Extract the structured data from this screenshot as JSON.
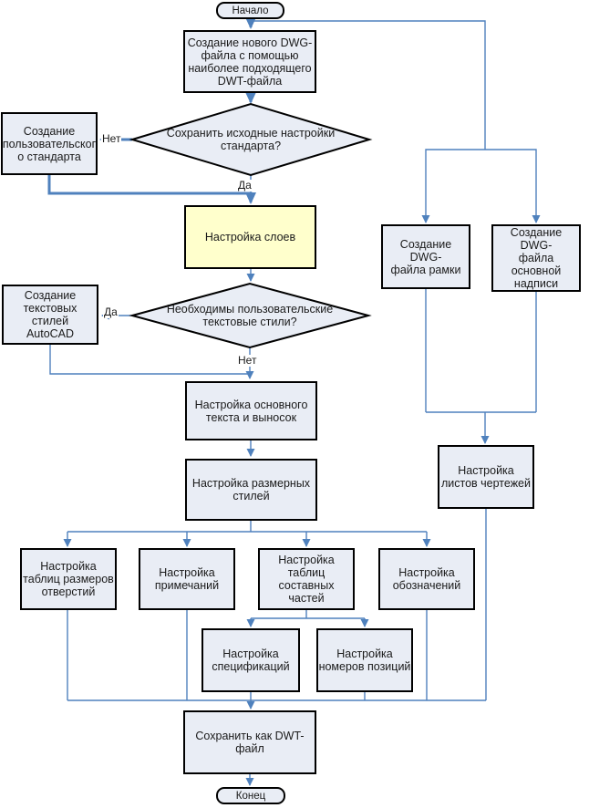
{
  "diagram": {
    "type": "flowchart",
    "language": "ru",
    "colors": {
      "node_fill": "#E9EDF5",
      "highlight_fill": "#FFFFCC",
      "node_border": "#000000",
      "connector": "#4F81BD",
      "text": "#1A1A1A",
      "background": "#FFFFFF"
    },
    "nodes": {
      "start": {
        "shape": "terminator",
        "label": "Начало"
      },
      "create_dwg": {
        "shape": "process",
        "label": "Создание нового DWG-\nфайла с помощью\nнаиболее подходящего\nDWT-файла"
      },
      "keep_settings": {
        "shape": "decision",
        "label": "Сохранить исходные настройки\nстандарта?"
      },
      "custom_standard": {
        "shape": "process",
        "label": "Создание\nпользовательског\nо стандарта"
      },
      "layers": {
        "shape": "process",
        "highlighted": true,
        "label": "Настройка слоев"
      },
      "need_text_styles": {
        "shape": "decision",
        "label": "Необходимы пользовательские\nтекстовые стили?"
      },
      "text_styles": {
        "shape": "process",
        "label": "Создание\nтекстовых стилей\nAutoCAD"
      },
      "main_text": {
        "shape": "process",
        "label": "Настройка основного\nтекста и выносок"
      },
      "dim_styles": {
        "shape": "process",
        "label": "Настройка размерных\nстилей"
      },
      "hole_tables": {
        "shape": "process",
        "label": "Настройка\nтаблиц размеров\nотверстий"
      },
      "notes": {
        "shape": "process",
        "label": "Настройка\nпримечаний"
      },
      "parts_tables": {
        "shape": "process",
        "label": "Настройка\nтаблиц\nсоставных частей"
      },
      "symbols": {
        "shape": "process",
        "label": "Настройка\nобозначений"
      },
      "specs": {
        "shape": "process",
        "label": "Настройка\nспецификаций"
      },
      "item_numbers": {
        "shape": "process",
        "label": "Настройка\nномеров позиций"
      },
      "frame_dwg": {
        "shape": "process",
        "label": "Создание DWG-\nфайла рамки"
      },
      "title_block_dwg": {
        "shape": "process",
        "label": "Создание DWG-\nфайла основной\nнадписи"
      },
      "sheets": {
        "shape": "process",
        "label": "Настройка\nлистов чертежей"
      },
      "save_dwt": {
        "shape": "process",
        "label": "Сохранить как DWT-\nфайл"
      },
      "end": {
        "shape": "terminator",
        "label": "Конец"
      }
    },
    "edge_labels": {
      "keep_settings_no": "Нет",
      "keep_settings_yes": "Да",
      "need_text_styles_yes": "Да",
      "need_text_styles_no": "Нет"
    }
  }
}
